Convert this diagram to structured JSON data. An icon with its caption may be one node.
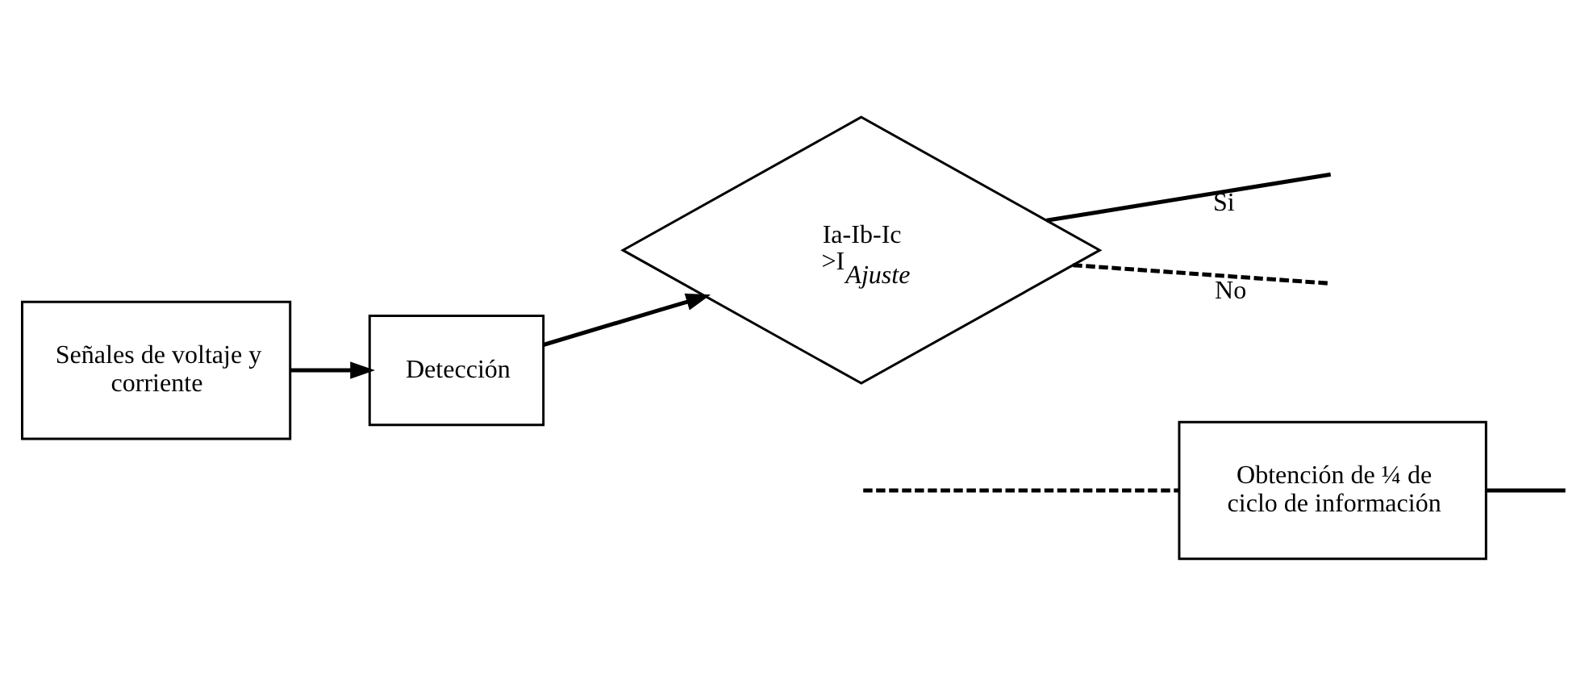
{
  "diagram": {
    "nodes": [
      {
        "text": [
          "Señales de voltaje y corriente"
        ]
      },
      {
        "text": [
          "Detección"
        ]
      },
      {
        "text": [
          "Ia-Ib-Ic >I$_{Ajuste}$"
        ]
      },
      {
        "text": [
          "Obtención de ¼ de ciclo de información"
        ]
      }
    ],
    "edges": [
      {
        "from": 0,
        "to": 1,
        "arrow": "to"
      },
      {
        "from": 1,
        "to": 2,
        "arrow": "to"
      },
      {
        "from": 2,
        "to": null,
        "arrow": "none",
        "label": "Si"
      },
      {
        "from": 2,
        "to": null,
        "arrow": "none",
        "label": "No",
        "style": "dashed"
      },
      {
        "from": null,
        "to": 3,
        "arrow": "none",
        "style": "dashed"
      },
      {
        "from": 3,
        "to": null,
        "arrow": "none"
      }
    ]
  }
}
